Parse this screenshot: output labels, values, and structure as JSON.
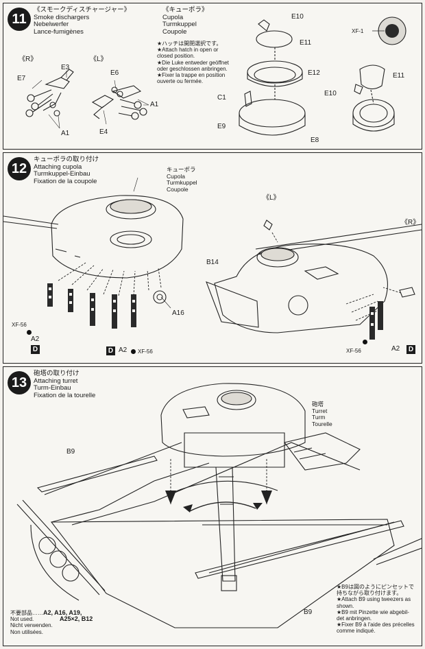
{
  "step11": {
    "number": "11",
    "title_jp": "《スモークディスチャージャー》",
    "title_en": "Smoke dischargers",
    "title_de": "Nebelwerfer",
    "title_fr": "Lance-fumigènes",
    "side_r": "《R》",
    "side_l": "《L》",
    "parts": {
      "e7": "E7",
      "e3": "E3",
      "a1_left": "A1",
      "e6": "E6",
      "e4": "E4",
      "a1_right": "A1",
      "c1": "C1",
      "e9": "E9",
      "e8": "E8",
      "e10_top": "E10",
      "e11_top": "E11",
      "e12": "E12",
      "e10_right": "E10",
      "e11_right": "E11"
    },
    "cupola_jp": "《キューポラ》",
    "cupola_en": "Cupola",
    "cupola_de": "Turmkuppel",
    "cupola_fr": "Coupole",
    "hatch_notes": [
      "★ハッチは開閉選択です。",
      "★Attach hatch in open or",
      "closed position.",
      "★Die Luke entweder geöffnet",
      "oder geschlossen anbringen.",
      "★Fixer la trappe en position",
      "ouverte ou fermée."
    ],
    "paint_code": "XF-1"
  },
  "step12": {
    "number": "12",
    "title_jp": "キューポラの取り付け",
    "title_en": "Attaching cupola",
    "title_de": "Turmkuppel-Einbau",
    "title_fr": "Fixation de la coupole",
    "cupola_jp": "キューポラ",
    "cupola_en": "Cupola",
    "cupola_de": "Turmkuppel",
    "cupola_fr": "Coupole",
    "side_l": "《L》",
    "side_r": "《R》",
    "parts": {
      "a16": "A16",
      "b14": "B14",
      "a2_left": "A2",
      "a2_mid": "A2",
      "a2_right": "A2"
    },
    "badge": "D",
    "paint_code": "XF-56"
  },
  "step13": {
    "number": "13",
    "title_jp": "砲塔の取り付け",
    "title_en": "Attaching turret",
    "title_de": "Turm-Einbau",
    "title_fr": "Fixation de la tourelle",
    "turret_jp": "砲塔",
    "turret_en": "Turret",
    "turret_de": "Turm",
    "turret_fr": "Tourelle",
    "parts": {
      "b9_top": "B9",
      "b9_bottom": "B9"
    },
    "b9_notes": [
      "★B9は図のようにピンセットで",
      "持ちながら取り付けます。",
      "★Attach B9 using tweezers as",
      "shown.",
      "★B9 mit Pinzette wie abgebil-",
      "det anbringen.",
      "★Fixer B9 à l'aide des précelles",
      "comme indiqué."
    ],
    "unused_jp": "不要部品……",
    "unused_parts_1": "A2, A16, A19,",
    "unused_parts_2": "A25×2, B12",
    "unused_en": "Not used.",
    "unused_de": "Nicht verwenden.",
    "unused_fr": "Non utilisées."
  }
}
